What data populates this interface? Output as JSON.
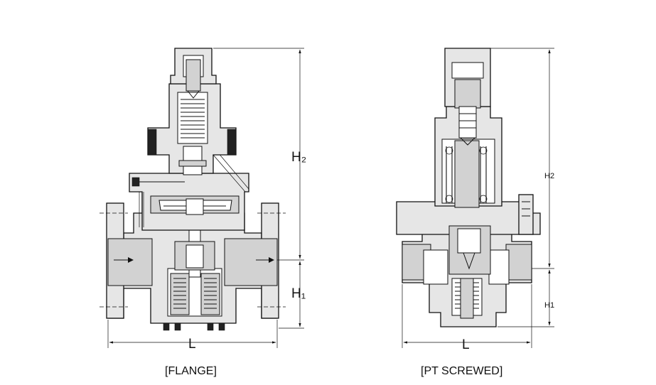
{
  "flange": {
    "caption": "[FLANGE]",
    "dim_h2": "H₂",
    "dim_h1": "H₁",
    "dim_l": "L"
  },
  "screwed": {
    "caption": "[PT SCREWED]",
    "dim_h2": "H2",
    "dim_h1": "H1",
    "dim_l": "L"
  }
}
